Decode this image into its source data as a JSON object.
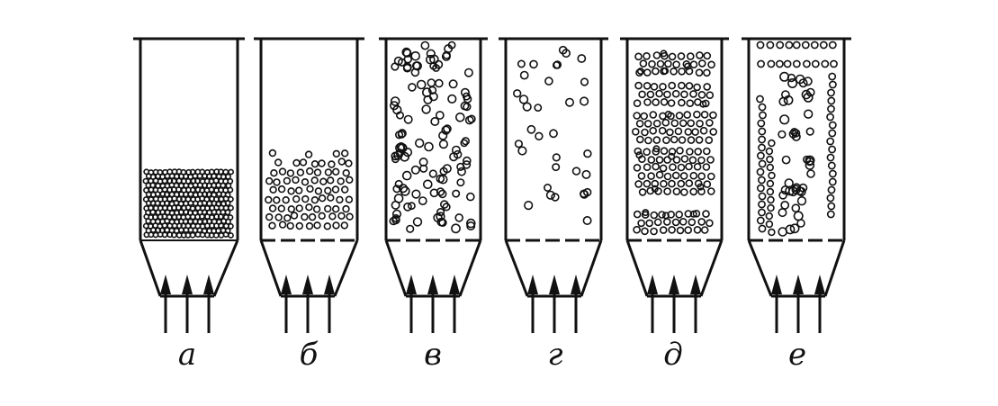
{
  "diagram": {
    "colors": {
      "ink": "#111111",
      "background": "#ffffff"
    },
    "columns": [
      {
        "id": "a",
        "label": "а",
        "bed": "packed"
      },
      {
        "id": "b",
        "label": "б",
        "bed": "expanded"
      },
      {
        "id": "v",
        "label": "в",
        "bed": "fluidized"
      },
      {
        "id": "g",
        "label": "г",
        "bed": "sparse"
      },
      {
        "id": "d",
        "label": "д",
        "bed": "layered"
      },
      {
        "id": "e",
        "label": "е",
        "bed": "channeling"
      }
    ]
  }
}
